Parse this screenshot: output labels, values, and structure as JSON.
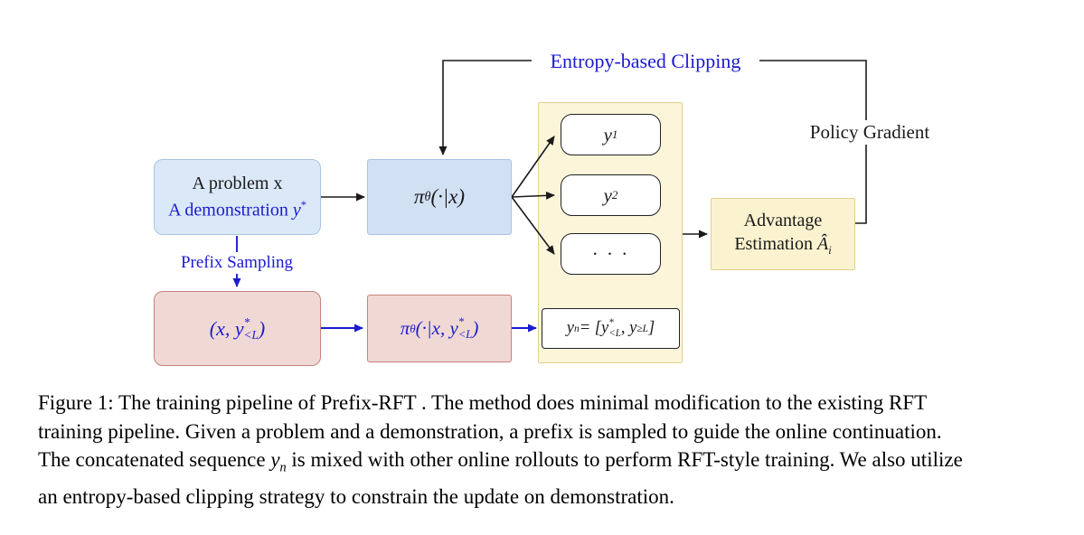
{
  "colors": {
    "accent-blue": "#1b1bcf",
    "ink": "#1a1a1a",
    "blue-fill": "#dbe8f8",
    "blue-fill2": "#d2e0f4",
    "blue-border": "#a9c3e6",
    "pink-fill": "#f0d8d5",
    "pink-border": "#c4837c",
    "yellow-fill": "#fcf5da",
    "yellow-border": "#e2d091",
    "adv-fill": "#fbf2cf"
  },
  "diagram": {
    "entropy_label": "Entropy-based Clipping",
    "policy_gradient_label": "Policy Gradient",
    "prefix_sampling_label": "Prefix Sampling",
    "problem_box": {
      "line1": "A problem x",
      "line2_html": "A demonstration <span class=\"math\">y</span><sup>*</sup>"
    },
    "policy_box_html": "π<sub>θ</sub>(·|x)",
    "rollouts_html": [
      "y<sub>1</sub>",
      "y<sub>2</sub>",
      "· · ·"
    ],
    "concat_box_html": "y<sub>n</sub> = [y<span class=\"ss\"><span>*</span><span>&lt;L</span></span>, y<sub>≥L</sub>]",
    "advantage_box": {
      "line1": "Advantage",
      "line2_html": "Estimation <span class=\"math\">Â<sub>i</sub></span>"
    },
    "prefix_box_html": "(x, y<span class=\"ss\"><span>*</span><span>&lt;L</span></span>)",
    "prefix_policy_box_html": "π<sub>θ</sub>(·|x, y<span class=\"ss\"><span>*</span><span>&lt;L</span></span>)"
  },
  "caption": {
    "lines_html": [
      "Figure 1: The training pipeline of Prefix-RFT . The method does minimal modification to the existing RFT",
      "training pipeline. Given a problem and a demonstration, a prefix is sampled to guide the online continuation.",
      "The concatenated sequence <span class=\"math\">y<sub>n</sub></span> is mixed with other online rollouts to perform RFT-style training. We also utilize",
      "an entropy-based clipping strategy to constrain the update on demonstration."
    ]
  }
}
